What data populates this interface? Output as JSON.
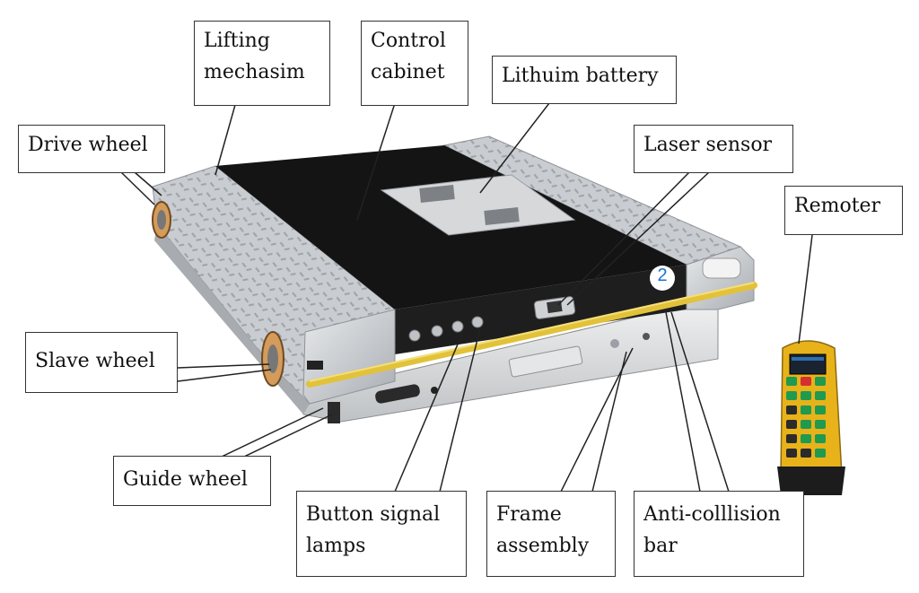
{
  "labels": {
    "lifting_mechanism": [
      "Lifting",
      "mechasim"
    ],
    "control_cabinet": [
      "Control",
      "cabinet"
    ],
    "lithium_battery": [
      "Lithuim battery"
    ],
    "drive_wheel": [
      "Drive wheel"
    ],
    "laser_sensor": [
      "Laser sensor"
    ],
    "remoter": [
      "Remoter"
    ],
    "slave_wheel": [
      "Slave wheel"
    ],
    "guide_wheel": [
      "Guide wheel"
    ],
    "button_signal_lamps": [
      "Button signal",
      "lamps"
    ],
    "frame_assembly": [
      "Frame",
      "assembly"
    ],
    "anti_collision_bar": [
      "Anti-colllision",
      "bar"
    ]
  },
  "vehicle": {
    "badge_number": "2"
  },
  "colors": {
    "top_panel": "#111111",
    "tread_plate": "#c8ccd0",
    "bumper": "#e2c23a",
    "remote_body": "#e8b21a",
    "remote_button": "#1f9a4e"
  }
}
